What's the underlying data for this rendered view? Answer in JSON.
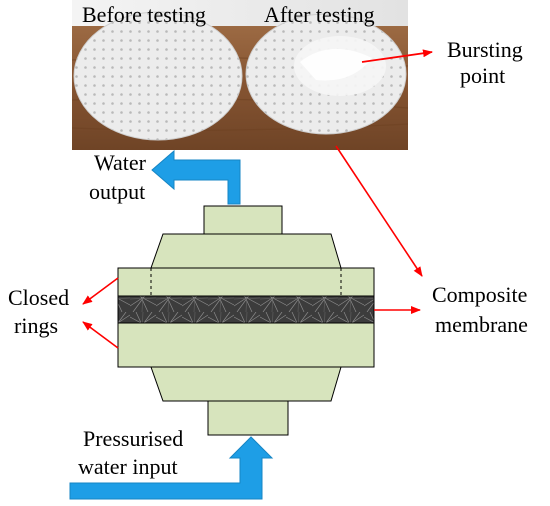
{
  "photo": {
    "before_label": "Before testing",
    "after_label": "After testing"
  },
  "labels": {
    "bursting_point": [
      "Bursting",
      "point"
    ],
    "water_output": [
      "Water",
      "output"
    ],
    "closed_rings": [
      "Closed",
      "rings"
    ],
    "composite_membrane": [
      "Composite",
      "membrane"
    ],
    "pressurised_input": [
      "Pressurised",
      "water input"
    ]
  },
  "colors": {
    "housing_fill": "#d7e4bd",
    "outline": "#000000",
    "membrane": "#3c3c3c",
    "arrow_red": "#ff0000",
    "flow_blue": "#1e9ee6",
    "table_wood": "#8a5a35",
    "disc": "#ececec"
  },
  "icons": {
    "output_arrow": "blue-elbow-arrow-up-left",
    "input_arrow": "blue-elbow-arrow-up"
  }
}
